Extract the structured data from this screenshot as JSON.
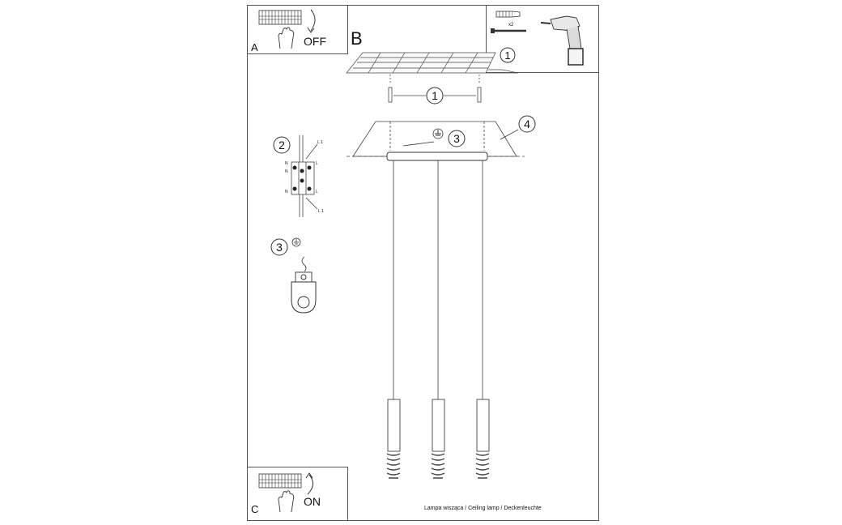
{
  "panels": {
    "a": {
      "letter": "A",
      "switch_text": "OFF"
    },
    "b": {
      "letter": "B"
    },
    "c": {
      "letter": "C",
      "switch_text": "ON"
    }
  },
  "callouts": {
    "tools": "1",
    "screws": "1",
    "connector": "2",
    "ground_top": "3",
    "ground_side": "3",
    "canopy": "4"
  },
  "connector_labels": {
    "top_right": "L 1",
    "bottom_right": "L 1",
    "top_left": "N",
    "bottom_left": "N",
    "left_1": "N",
    "right_1": "L",
    "right_2": "L"
  },
  "tool_note": "x2",
  "caption": "Lampa wisząca / Ceiling lamp / Deckenleuchte",
  "pendant_count": 3
}
